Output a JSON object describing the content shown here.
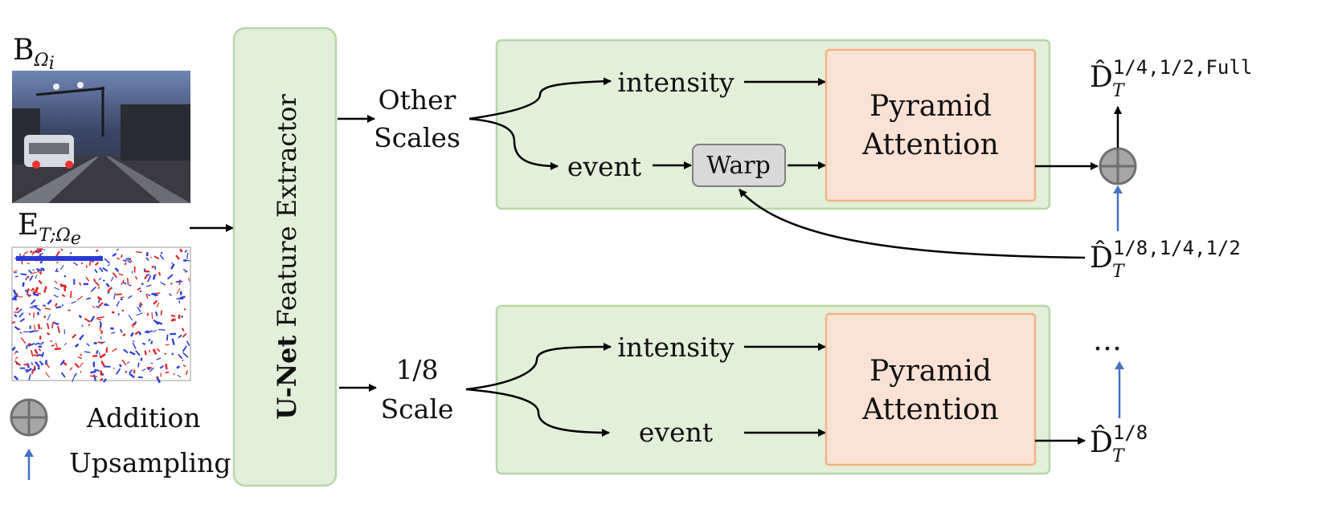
{
  "legend": {
    "addition": "Addition",
    "upsampling": "Upsampling"
  },
  "inputs": {
    "blur_label": "B",
    "blur_sub": "Ω",
    "blur_sub2": "i",
    "event_label": "E",
    "event_sub": "T;Ω",
    "event_sub2": "e",
    "blur_image": "blurry-street-photo",
    "event_image": "event-frame-red-blue"
  },
  "extractor": {
    "bold": "U-Net",
    "rest": " Feature Extractor"
  },
  "branches": {
    "top": {
      "scale_line1": "Other",
      "scale_line2": "Scales",
      "intensity": "intensity",
      "event": "event",
      "warp": "Warp",
      "attention_line1": "Pyramid",
      "attention_line2": "Attention"
    },
    "bottom": {
      "scale_line1": "1/8",
      "scale_line2": "Scale",
      "intensity": "intensity",
      "event": "event",
      "attention_line1": "Pyramid",
      "attention_line2": "Attention"
    }
  },
  "outputs": {
    "top_base": "D̂",
    "top_sup": "1/4,1/2,Full",
    "top_sub": "T",
    "mid_base": "D̂",
    "mid_sup": "1/8,1/4,1/2",
    "mid_sub": "T",
    "bottom_base": "D̂",
    "bottom_sup": "1/8",
    "bottom_sub": "T",
    "ellipsis": "…"
  },
  "colors": {
    "module_fill": "#e2efd9",
    "attention_fill": "#fbe2d5",
    "warp_fill": "#d9d9d9",
    "upsample_arrow": "#4472c4"
  }
}
